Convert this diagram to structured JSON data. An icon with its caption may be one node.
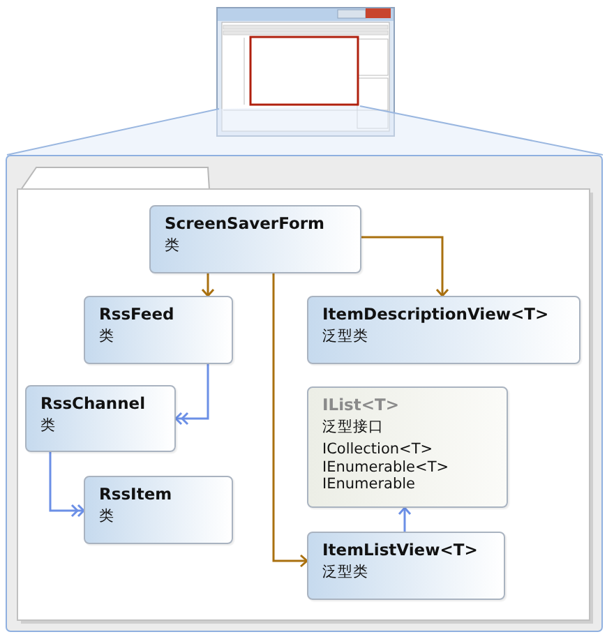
{
  "diagram": {
    "nodes": [
      {
        "text": [
          "ScreenSaverForm",
          "类"
        ]
      },
      {
        "text": [
          "RssFeed",
          "类"
        ]
      },
      {
        "text": [
          "ItemDescriptionView<T>",
          "泛型类"
        ]
      },
      {
        "text": [
          "RssChannel",
          "类"
        ]
      },
      {
        "text": [
          "IList<T>",
          "泛型接口",
          "ICollection<T>",
          "IEnumerable<T>",
          "IEnumerable"
        ]
      },
      {
        "text": [
          "RssItem",
          "类"
        ]
      },
      {
        "text": [
          "ItemListView<T>",
          "泛型类"
        ]
      }
    ],
    "edges": [
      {
        "from": 0,
        "to": 1,
        "arrow": "to"
      },
      {
        "from": 0,
        "to": 2,
        "arrow": "to"
      },
      {
        "from": 0,
        "to": 6,
        "arrow": "to"
      },
      {
        "from": 1,
        "to": 3,
        "arrow": "to",
        "color": "#6b8fe6"
      },
      {
        "from": 3,
        "to": 5,
        "arrow": "to",
        "color": "#6b8fe6"
      },
      {
        "from": 6,
        "to": 4,
        "arrow": "to",
        "color": "#6b8fe6"
      }
    ]
  }
}
